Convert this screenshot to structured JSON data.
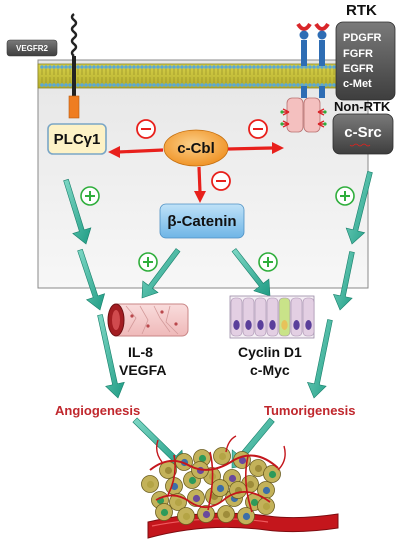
{
  "labels": {
    "vegfr2": "VEGFR2",
    "rtk": "RTK",
    "rtk_list": [
      "PDGFR",
      "FGFR",
      "EGFR",
      "c-Met"
    ],
    "non_rtk": "Non-RTK",
    "csrc": "c-Src",
    "plc": "PLCγ1",
    "ccbl": "c-Cbl",
    "bcatenin": "β-Catenin",
    "il8": "IL-8",
    "vegfa": "VEGFA",
    "cyclind1": "Cyclin D1",
    "cmyc": "c-Myc",
    "angiogenesis": "Angiogenesis",
    "tumorigenesis": "Tumorigenesis",
    "minus": "⊖",
    "plus": "⊕"
  },
  "colors": {
    "red": "#e8201c",
    "teal_arrow": "#2fb39a",
    "green_circle": "#2fae3c",
    "membrane": "#c9c236",
    "plc_fill": "#fdf2c6",
    "plc_border": "#7aa6c6",
    "bcat_fill": "#8fc8ee",
    "ccbl_fill": "#f29b22",
    "dark_box": "#5c5c5c",
    "process_text": "#c0272d"
  }
}
